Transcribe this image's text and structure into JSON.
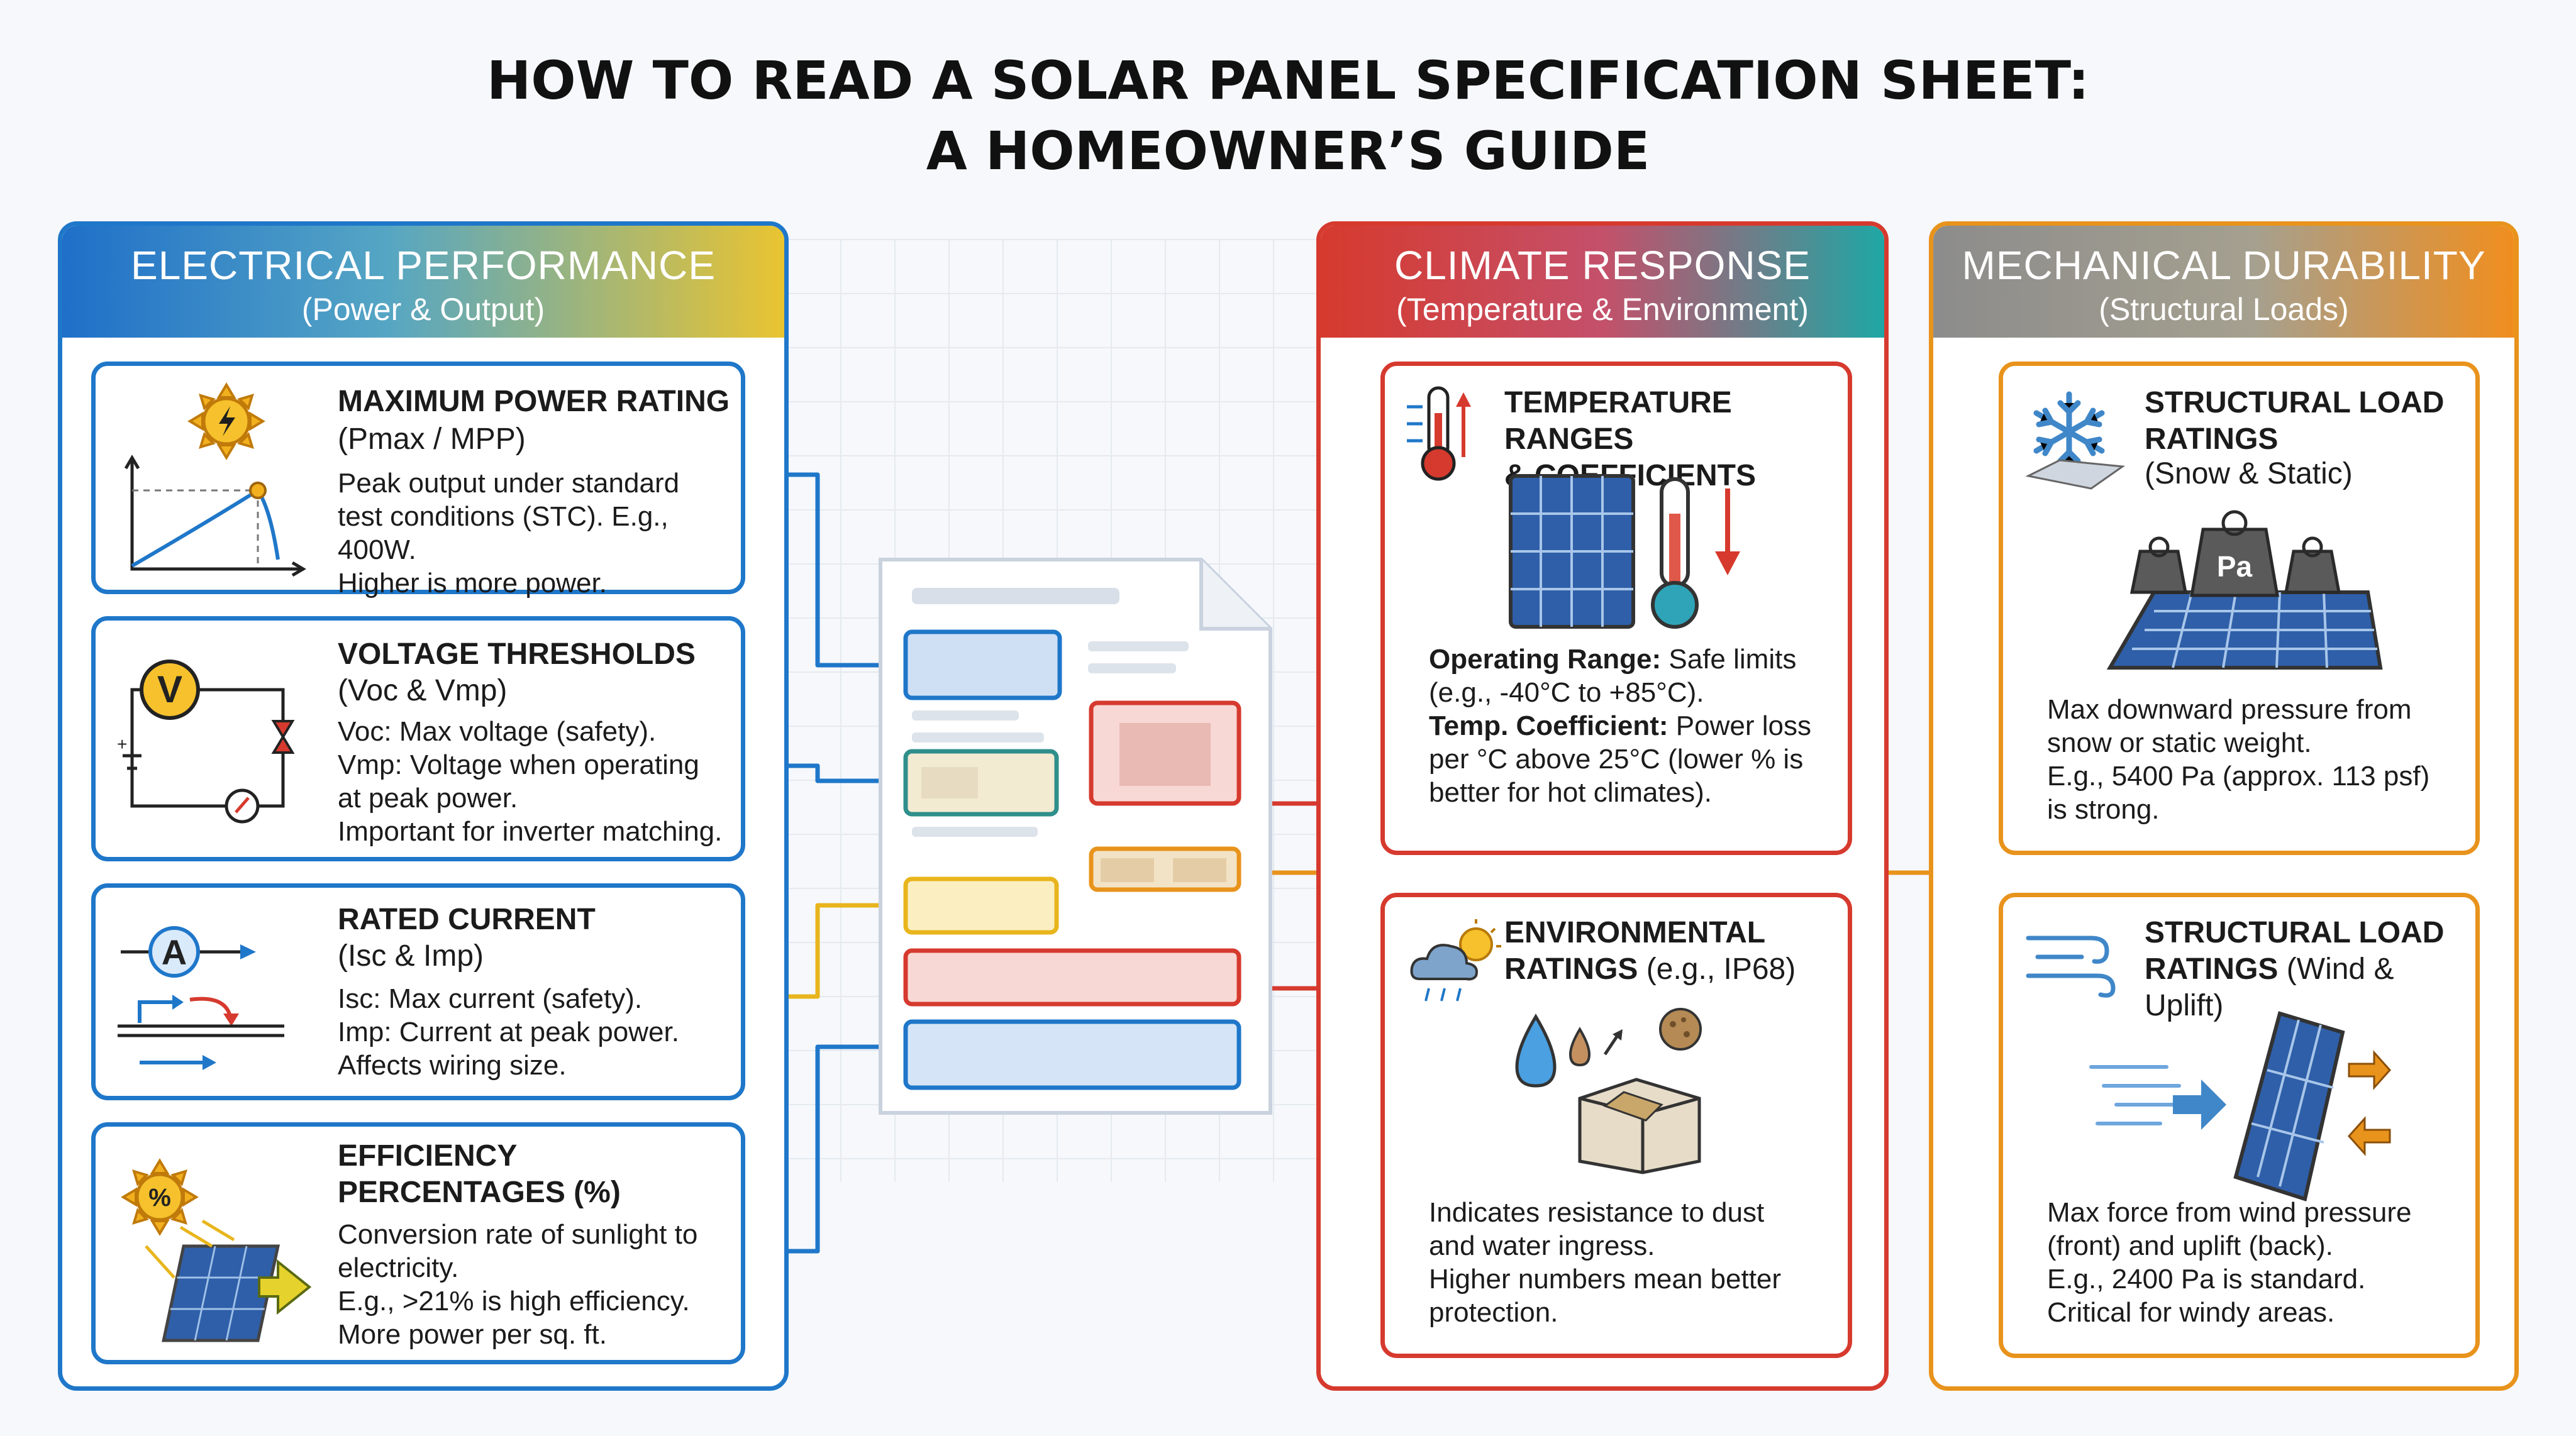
{
  "title": {
    "line1": "HOW TO READ A SOLAR PANEL SPECIFICATION SHEET:",
    "line2": "A HOMEOWNER’S GUIDE"
  },
  "colors": {
    "electrical": "#1f77c9",
    "climate": "#d63a2e",
    "mechanical": "#e8931c",
    "mechanical_head": "#8e8e8e"
  },
  "electrical": {
    "heading": "ELECTRICAL PERFORMANCE",
    "subheading": "(Power & Output)",
    "cards": [
      {
        "icon": "sun-power-curve-icon",
        "title": "MAXIMUM POWER RATING",
        "subtitle": "(Pmax / MPP)",
        "lines": [
          "Peak output under standard",
          "test conditions (STC). E.g., 400W.",
          "Higher is more power."
        ]
      },
      {
        "icon": "voltmeter-circuit-icon",
        "title": "VOLTAGE THRESHOLDS",
        "subtitle": "(Voc & Vmp)",
        "lines": [
          "Voc: Max voltage (safety).",
          "Vmp: Voltage when operating",
          "at peak power.",
          "Important for inverter matching."
        ]
      },
      {
        "icon": "ammeter-current-icon",
        "title": "RATED CURRENT",
        "subtitle": "(Isc & Imp)",
        "lines": [
          "Isc: Max current (safety).",
          "Imp: Current at peak power.",
          "Affects wiring size."
        ]
      },
      {
        "icon": "efficiency-panel-icon",
        "title1": "EFFICIENCY",
        "title2": "PERCENTAGES (%)",
        "lines": [
          "Conversion rate of sunlight to",
          "electricity.",
          "E.g., >21% is high efficiency.",
          "More power per sq. ft."
        ]
      }
    ]
  },
  "climate": {
    "heading": "CLIMATE RESPONSE",
    "subheading": "(Temperature & Environment)",
    "cards": [
      {
        "icon": "thermometer-icon",
        "title1": "TEMPERATURE RANGES",
        "title2": "& COEFFICIENTS",
        "label1": "Operating Range:",
        "text1": " Safe limits",
        "line2": "(e.g., -40°C to +85°C).",
        "label3": "Temp. Coefficient:",
        "text3": " Power loss",
        "line4": "per °C above 25°C (lower % is",
        "line5": "better for hot climates)."
      },
      {
        "icon": "weather-cloud-icon",
        "title1": "ENVIRONMENTAL",
        "title2a": "RATINGS",
        "title2b": " (e.g., IP68)",
        "lines": [
          "Indicates resistance to dust",
          "and water ingress.",
          "Higher numbers mean better",
          "protection."
        ]
      }
    ]
  },
  "mechanical": {
    "heading": "MECHANICAL DURABILITY",
    "subheading": "(Structural Loads)",
    "cards": [
      {
        "icon": "snowflake-icon",
        "title1": "STRUCTURAL LOAD",
        "title2": "RATINGS",
        "subtitle": "(Snow & Static)",
        "weight_label": "Pa",
        "lines": [
          "Max downward pressure from",
          "snow or static weight.",
          "E.g., 5400 Pa (approx. 113 psf)",
          "is strong."
        ]
      },
      {
        "icon": "wind-icon",
        "title1": "STRUCTURAL LOAD",
        "title2a": "RATINGS",
        "title2b": " (Wind & Uplift)",
        "lines": [
          "Max force from wind pressure",
          "(front) and uplift (back).",
          "E.g., 2400 Pa is standard.",
          "Critical for windy areas."
        ]
      }
    ]
  }
}
